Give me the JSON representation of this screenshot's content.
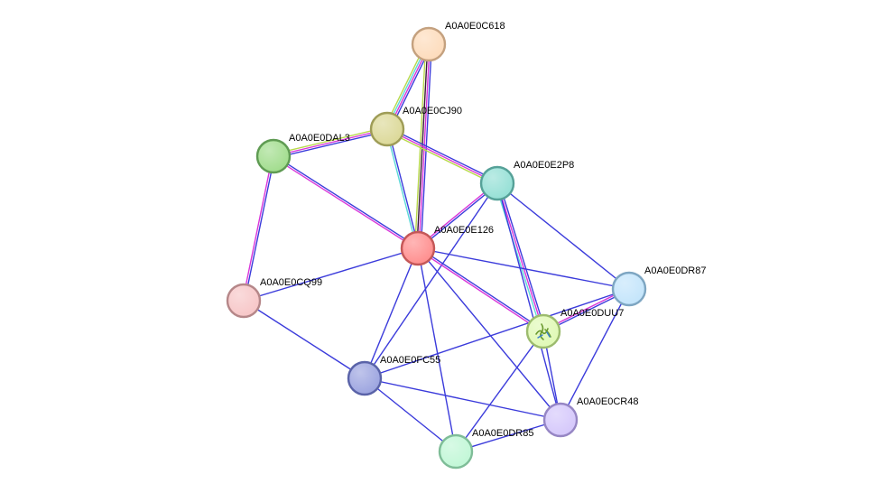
{
  "network": {
    "nodes": [
      {
        "id": "A0A0E0C618",
        "label": "A0A0E0C618",
        "fill": "#fddcbc",
        "stroke": "#c4a17f"
      },
      {
        "id": "A0A0E0CJ90",
        "label": "A0A0E0CJ90",
        "fill": "#dcd999",
        "stroke": "#9e9c57"
      },
      {
        "id": "A0A0E0DAL3",
        "label": "A0A0E0DAL3",
        "fill": "#a2dd8e",
        "stroke": "#5f9b53"
      },
      {
        "id": "A0A0E0E2P8",
        "label": "A0A0E0E2P8",
        "fill": "#96e0d6",
        "stroke": "#56a198"
      },
      {
        "id": "A0A0E0E126",
        "label": "A0A0E0E126",
        "fill": "#ff8f8f",
        "stroke": "#c45858"
      },
      {
        "id": "A0A0E0CQ99",
        "label": "A0A0E0CQ99",
        "fill": "#f7c7c8",
        "stroke": "#b58789"
      },
      {
        "id": "A0A0E0DR87",
        "label": "A0A0E0DR87",
        "fill": "#c4e5fb",
        "stroke": "#7ea6c2"
      },
      {
        "id": "A0A0E0DUU7",
        "label": "A0A0E0DUU7",
        "fill": "#e0f9b6",
        "stroke": "#9cbb6e"
      },
      {
        "id": "A0A0E0FC55",
        "label": "A0A0E0FC55",
        "fill": "#9da5e0",
        "stroke": "#5a63a8"
      },
      {
        "id": "A0A0E0CR48",
        "label": "A0A0E0CR48",
        "fill": "#d5c8fb",
        "stroke": "#9686c4"
      },
      {
        "id": "A0A0E0DR85",
        "label": "A0A0E0DR85",
        "fill": "#c2f7d7",
        "stroke": "#7fbd98"
      }
    ],
    "edges": [
      {
        "from": "A0A0E0C618",
        "to": "A0A0E0CJ90",
        "colors": [
          "#3b3bdb",
          "#d936d9",
          "#5dd9d9",
          "#b8d94c"
        ]
      },
      {
        "from": "A0A0E0C618",
        "to": "A0A0E0E126",
        "colors": [
          "#3b3bdb",
          "#d936d9",
          "#3a1b38",
          "#b8d94c"
        ]
      },
      {
        "from": "A0A0E0CJ90",
        "to": "A0A0E0DAL3",
        "colors": [
          "#3b3bdb",
          "#d936d9",
          "#b8d94c"
        ]
      },
      {
        "from": "A0A0E0CJ90",
        "to": "A0A0E0E2P8",
        "colors": [
          "#3b3bdb",
          "#d936d9",
          "#b8d94c"
        ]
      },
      {
        "from": "A0A0E0CJ90",
        "to": "A0A0E0E126",
        "colors": [
          "#3b3bdb",
          "#5dd9d9"
        ]
      },
      {
        "from": "A0A0E0DAL3",
        "to": "A0A0E0E126",
        "colors": [
          "#3b3bdb",
          "#d936d9"
        ]
      },
      {
        "from": "A0A0E0DAL3",
        "to": "A0A0E0CQ99",
        "colors": [
          "#3b3bdb",
          "#d936d9"
        ]
      },
      {
        "from": "A0A0E0E2P8",
        "to": "A0A0E0E126",
        "colors": [
          "#3b3bdb",
          "#d936d9"
        ]
      },
      {
        "from": "A0A0E0E2P8",
        "to": "A0A0E0DUU7",
        "colors": [
          "#3b3bdb",
          "#d936d9",
          "#5dd9d9"
        ]
      },
      {
        "from": "A0A0E0E2P8",
        "to": "A0A0E0DR87",
        "colors": [
          "#3b3bdb"
        ]
      },
      {
        "from": "A0A0E0E2P8",
        "to": "A0A0E0CR48",
        "colors": [
          "#3b3bdb"
        ]
      },
      {
        "from": "A0A0E0E2P8",
        "to": "A0A0E0FC55",
        "colors": [
          "#3b3bdb"
        ]
      },
      {
        "from": "A0A0E0E126",
        "to": "A0A0E0CQ99",
        "colors": [
          "#3b3bdb"
        ]
      },
      {
        "from": "A0A0E0E126",
        "to": "A0A0E0DR87",
        "colors": [
          "#3b3bdb"
        ]
      },
      {
        "from": "A0A0E0E126",
        "to": "A0A0E0DUU7",
        "colors": [
          "#3b3bdb",
          "#d936d9"
        ]
      },
      {
        "from": "A0A0E0E126",
        "to": "A0A0E0FC55",
        "colors": [
          "#3b3bdb"
        ]
      },
      {
        "from": "A0A0E0E126",
        "to": "A0A0E0CR48",
        "colors": [
          "#3b3bdb"
        ]
      },
      {
        "from": "A0A0E0E126",
        "to": "A0A0E0DR85",
        "colors": [
          "#3b3bdb"
        ]
      },
      {
        "from": "A0A0E0CQ99",
        "to": "A0A0E0FC55",
        "colors": [
          "#3b3bdb"
        ]
      },
      {
        "from": "A0A0E0DR87",
        "to": "A0A0E0DUU7",
        "colors": [
          "#3b3bdb",
          "#d936d9"
        ]
      },
      {
        "from": "A0A0E0DR87",
        "to": "A0A0E0FC55",
        "colors": [
          "#3b3bdb"
        ]
      },
      {
        "from": "A0A0E0DR87",
        "to": "A0A0E0CR48",
        "colors": [
          "#3b3bdb"
        ]
      },
      {
        "from": "A0A0E0DUU7",
        "to": "A0A0E0CR48",
        "colors": [
          "#3b3bdb"
        ]
      },
      {
        "from": "A0A0E0DUU7",
        "to": "A0A0E0DR85",
        "colors": [
          "#3b3bdb"
        ]
      },
      {
        "from": "A0A0E0FC55",
        "to": "A0A0E0CR48",
        "colors": [
          "#3b3bdb"
        ]
      },
      {
        "from": "A0A0E0FC55",
        "to": "A0A0E0DR85",
        "colors": [
          "#3b3bdb"
        ]
      },
      {
        "from": "A0A0E0CR48",
        "to": "A0A0E0DR85",
        "colors": [
          "#3b3bdb"
        ]
      }
    ]
  }
}
